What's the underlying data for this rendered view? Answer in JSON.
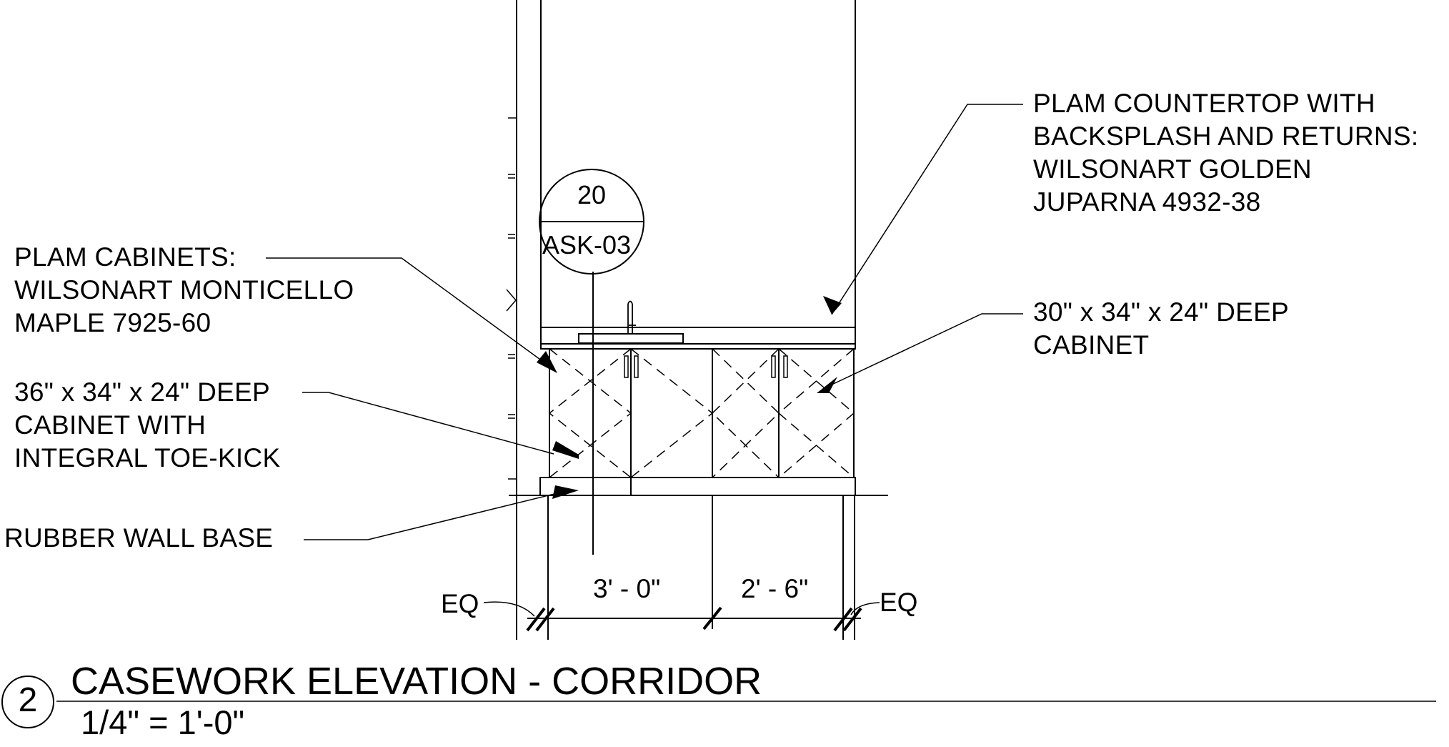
{
  "notes": {
    "countertop": [
      "PLAM COUNTERTOP WITH",
      "BACKSPLASH AND RETURNS:",
      "WILSONART GOLDEN",
      "JUPARNA 4932-38"
    ],
    "cabinets": [
      "PLAM CABINETS:",
      "WILSONART MONTICELLO",
      "MAPLE 7925-60"
    ],
    "cabinet_36": [
      "36\" x 34\" x 24\" DEEP",
      "CABINET WITH",
      "INTEGRAL TOE-KICK"
    ],
    "cabinet_30": [
      "30\" x 34\" x 24\" DEEP",
      "CABINET"
    ],
    "wall_base": "RUBBER WALL BASE"
  },
  "section_tag": {
    "number": "20",
    "sheet": "ASK-03"
  },
  "dimensions": {
    "left": "3' - 0\"",
    "right": "2' - 6\"",
    "eq_left": "EQ",
    "eq_right": "EQ"
  },
  "title_block": {
    "detail_number": "2",
    "title": "CASEWORK ELEVATION - CORRIDOR",
    "scale": "1/4\" = 1'-0\""
  },
  "colors": {
    "line": "#000000",
    "background": "#ffffff"
  }
}
